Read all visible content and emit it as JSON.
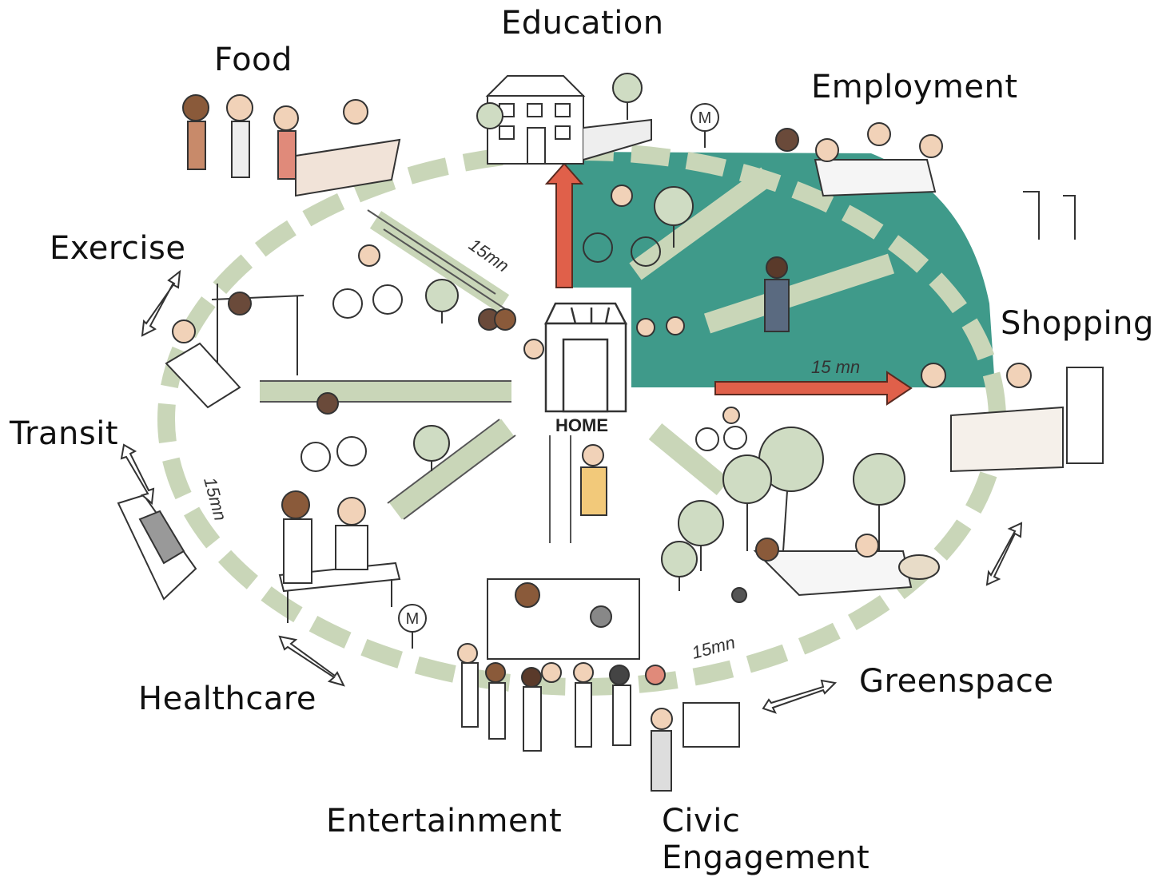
{
  "center_label": "HOME",
  "distance_label": "15mn",
  "distance_label_spaced": "15 mn",
  "categories": {
    "education": "Education",
    "food": "Food",
    "employment": "Employment",
    "exercise": "Exercise",
    "shopping": "Shopping",
    "transit": "Transit",
    "healthcare": "Healthcare",
    "greenspace": "Greenspace",
    "entertainment": "Entertainment",
    "civic": "Civic\nEngagement"
  },
  "metro_symbol": "M",
  "colors": {
    "quadrant_fill": "#3f9a8a",
    "arrow_red": "#e0604a",
    "path_green": "#c9d6b8",
    "ink": "#333333",
    "tree_green": "#cfdcc3"
  }
}
